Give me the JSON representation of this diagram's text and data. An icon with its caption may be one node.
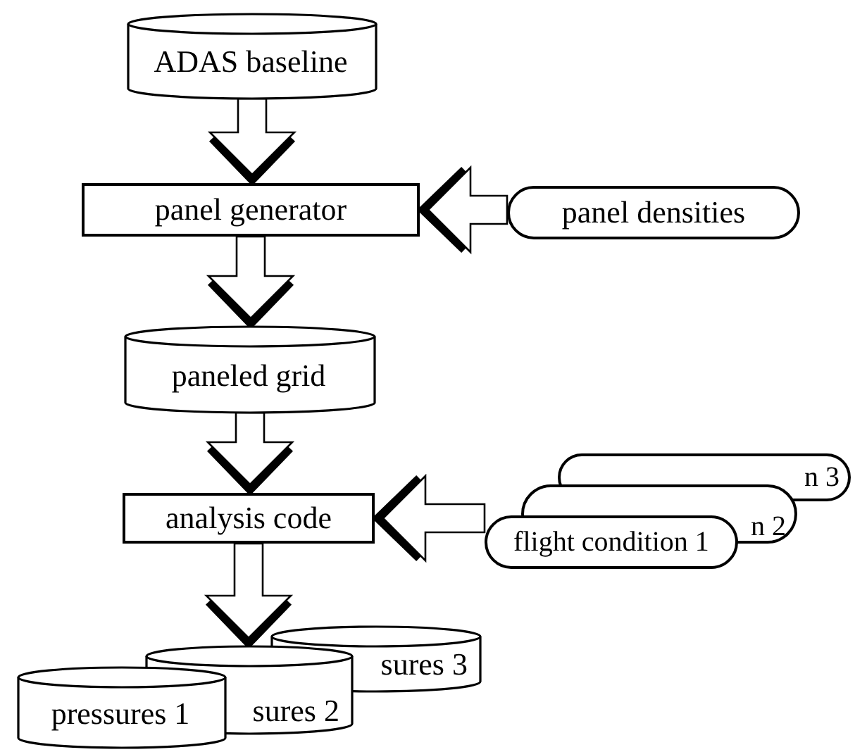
{
  "diagram": {
    "nodes": [
      {
        "text": [
          "ADAS baseline"
        ]
      },
      {
        "text": [
          "panel generator"
        ]
      },
      {
        "text": [
          "panel densities"
        ]
      },
      {
        "text": [
          "paneled grid"
        ]
      },
      {
        "text": [
          "analysis code"
        ]
      },
      {
        "text": [
          "n 3"
        ]
      },
      {
        "text": [
          "n 2"
        ]
      },
      {
        "text": [
          "flight condition 1"
        ]
      },
      {
        "text": [
          "sures 3"
        ]
      },
      {
        "text": [
          "sures 2"
        ]
      },
      {
        "text": [
          "pressures 1"
        ]
      }
    ],
    "edges": [
      {
        "from": 0,
        "to": 1,
        "arrow": "to"
      },
      {
        "from": 2,
        "to": 1,
        "arrow": "to"
      },
      {
        "from": 1,
        "to": 3,
        "arrow": "to"
      },
      {
        "from": 3,
        "to": 4,
        "arrow": "to"
      },
      {
        "from": 7,
        "to": 4,
        "arrow": "to"
      },
      {
        "from": 4,
        "to": 9,
        "arrow": "to"
      }
    ]
  }
}
